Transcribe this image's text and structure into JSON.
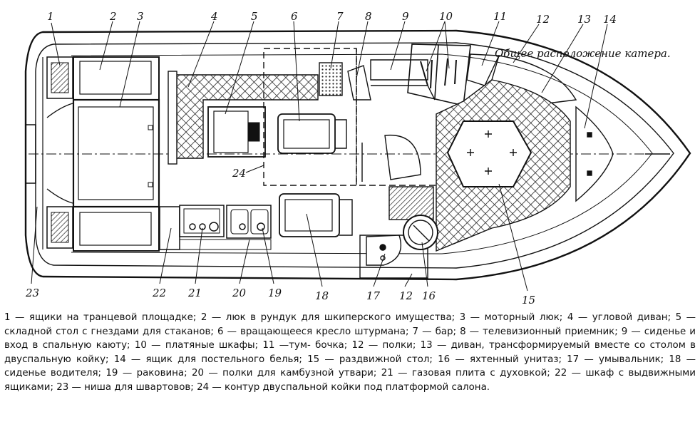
{
  "diagram": {
    "title": "Общее расположение катера.",
    "callouts": [
      "1",
      "2",
      "3",
      "4",
      "5",
      "6",
      "7",
      "8",
      "9",
      "10",
      "11",
      "12",
      "13",
      "14",
      "24",
      "23",
      "22",
      "21",
      "20",
      "19",
      "18",
      "17",
      "12",
      "16",
      "15"
    ]
  },
  "legend": {
    "lines": [
      "1 — ящики на транцевой площадке; 2 — люк в рундук для шкиперского имущества; 3 — моторный люк;",
      "4 — угловой диван; 5 — складной стол с гнездами для стаканов; 6 — вращающееся кресло штурмана; 7 —",
      "бар; 8 — телевизионный приемник; 9 — сиденье и вход в спальную каюту; 10 — платяные шкафы; 11 —тум-",
      "бочка; 12 — полки; 13 — диван, трансформируемый вместе со столом в двуспальную койку; 14 — ящик для",
      "постельного белья; 15 — раздвижной стол; 16 — яхтенный унитаз; 17 — умывальник; 18 — сиденье водителя;",
      "19 — раковина; 20 — полки для камбузной утвари; 21 — газовая плита с духовкой; 22 — шкаф с выдвижными",
      "ящиками; 23 — ниша для швартовов; 24 — контур двуспальной койки под платформой салона."
    ]
  }
}
